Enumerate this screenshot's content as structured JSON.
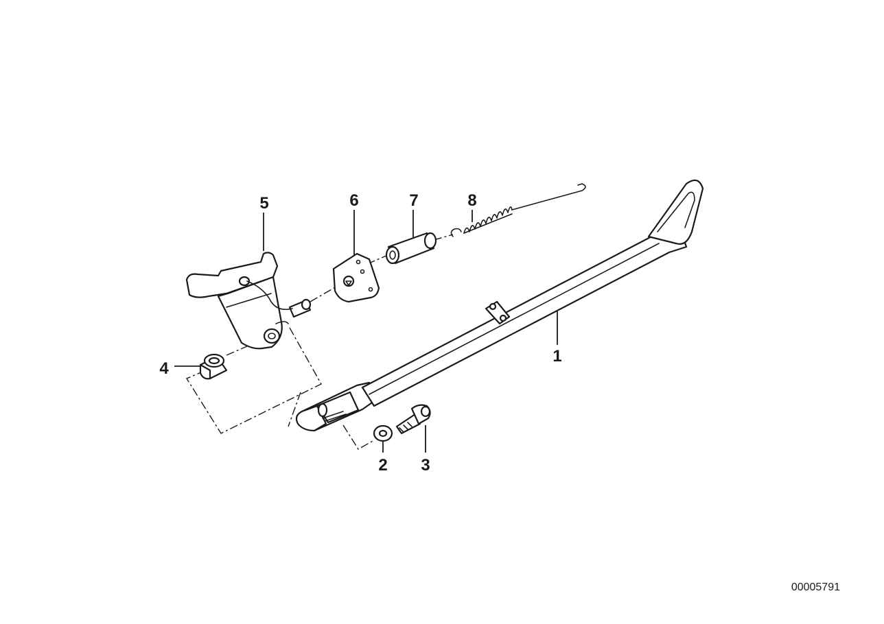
{
  "diagram": {
    "callouts": [
      "1",
      "2",
      "3",
      "4",
      "5",
      "6",
      "7",
      "8"
    ],
    "reference_number": "00005791"
  },
  "colors": {
    "line": "#1a1a1a",
    "background": "#ffffff"
  }
}
